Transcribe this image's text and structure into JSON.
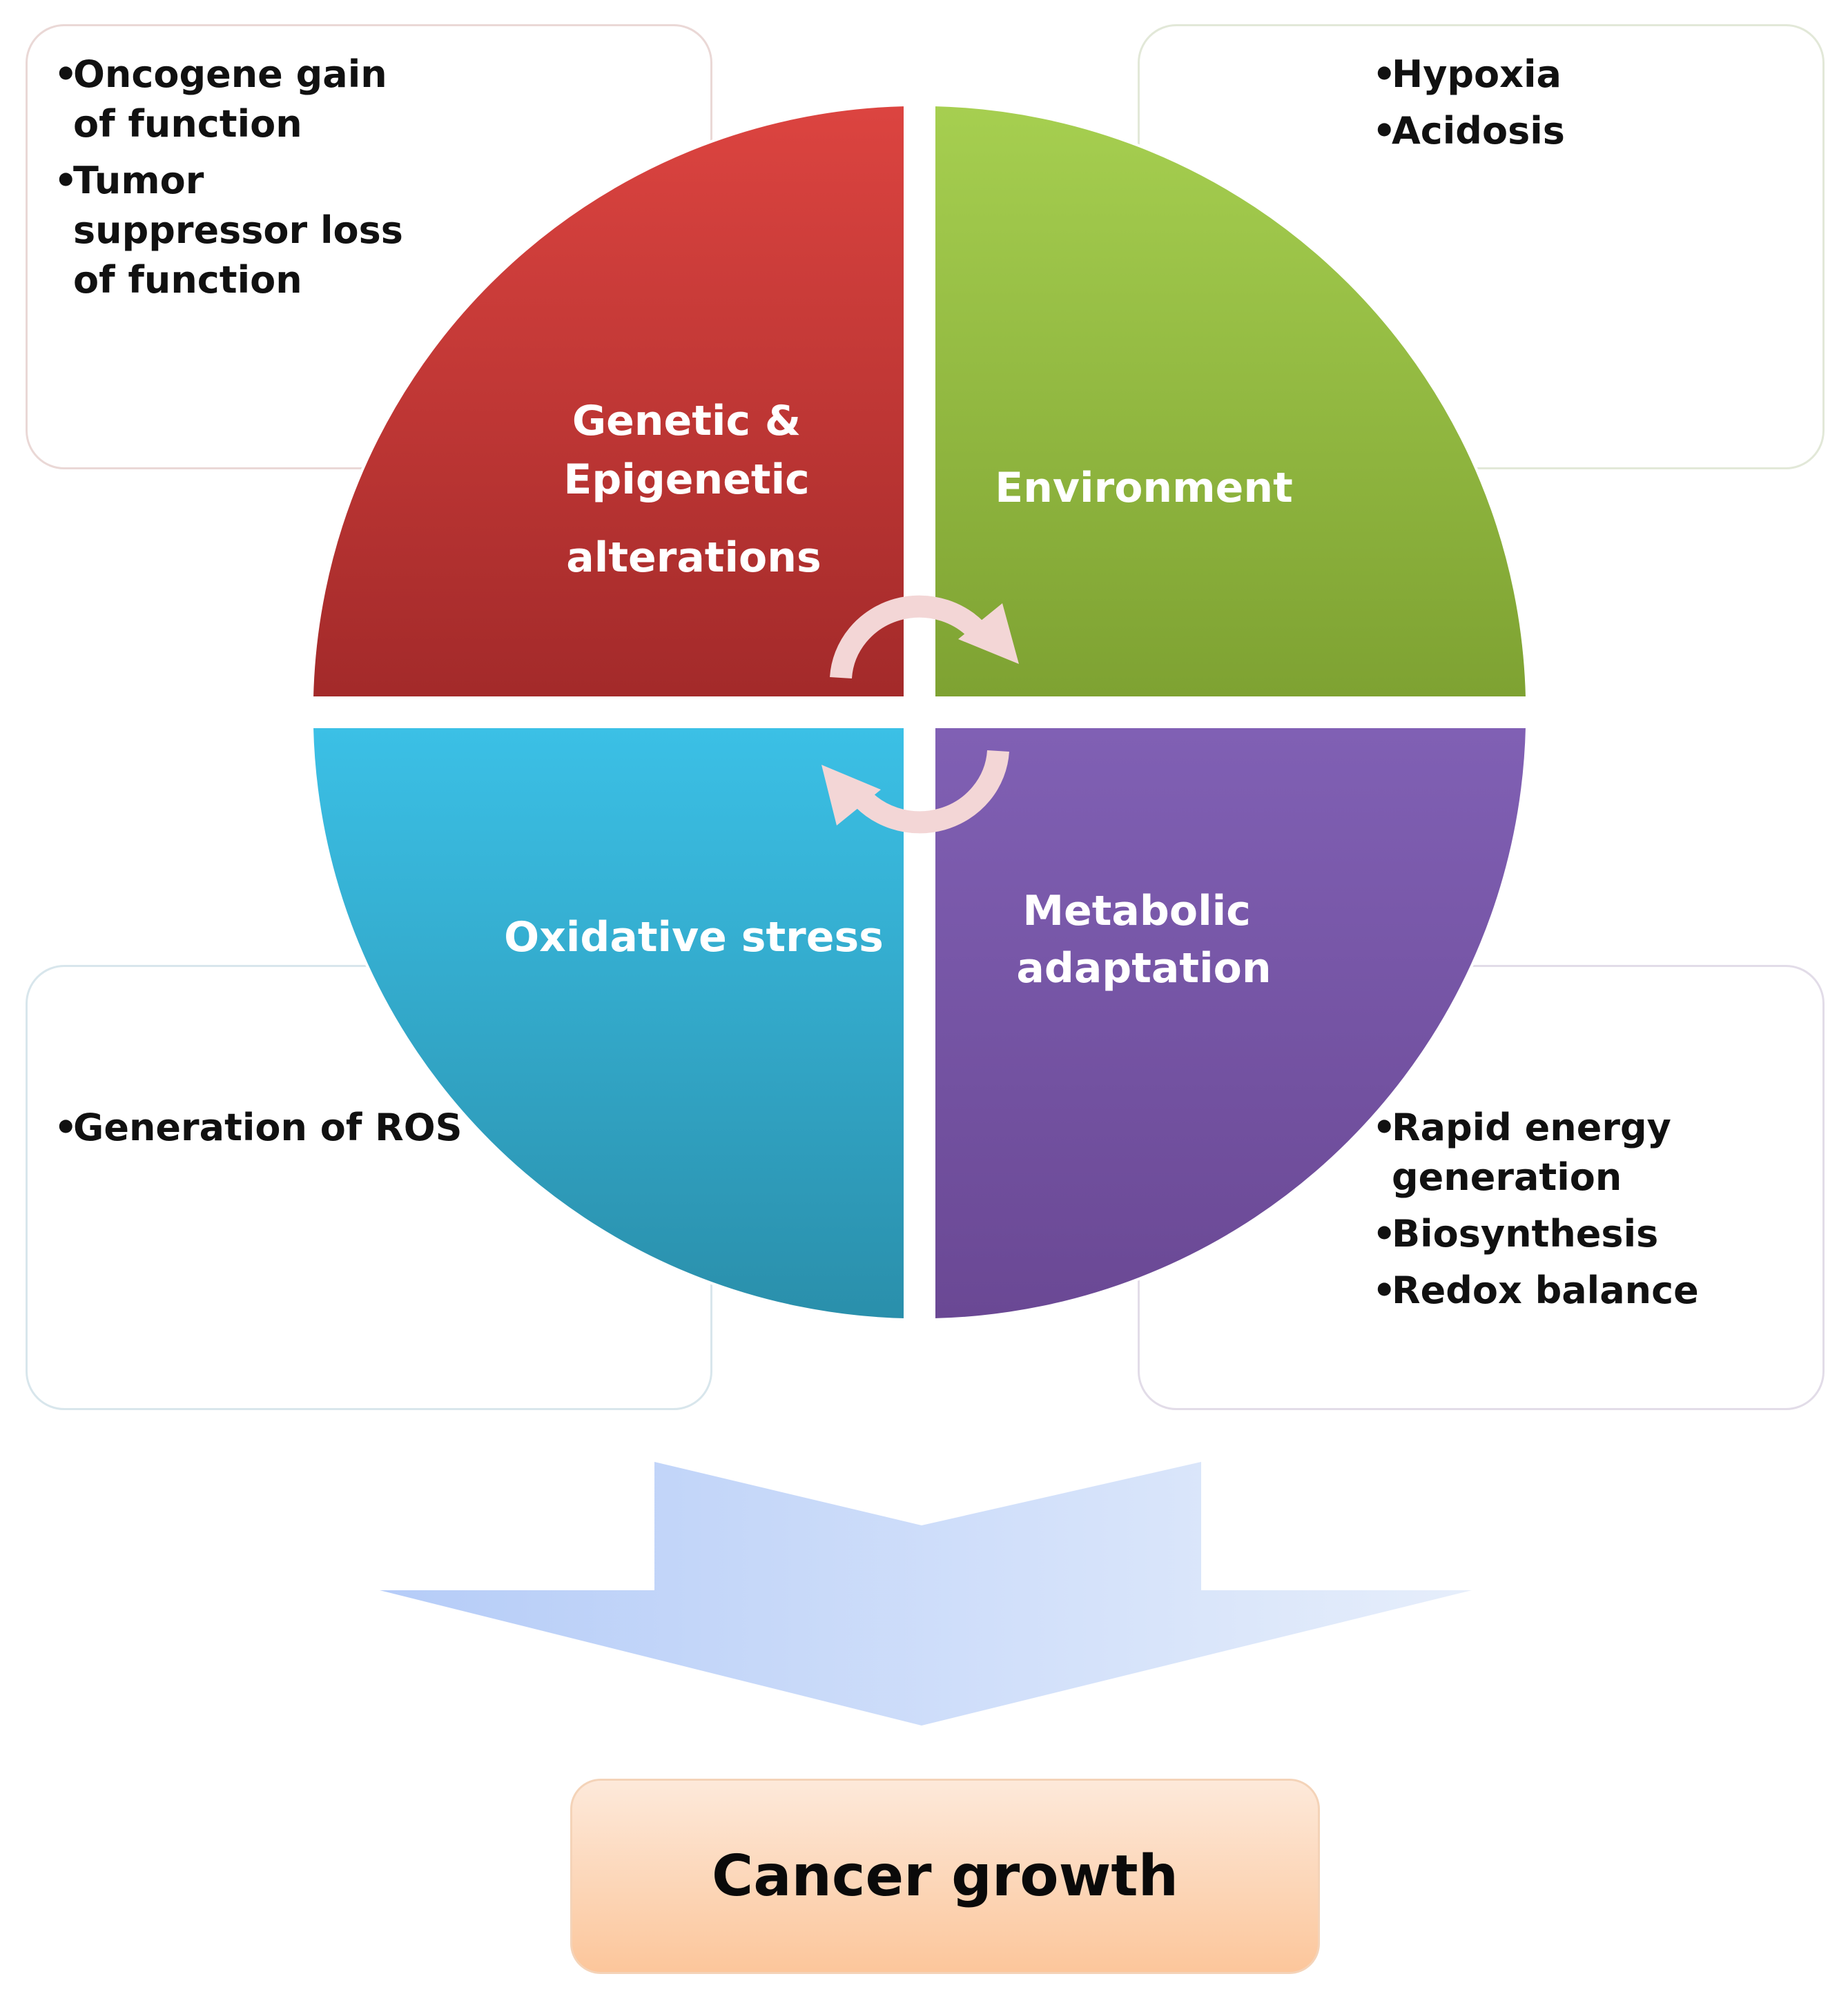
{
  "quadrants": {
    "genetic": {
      "label_lines": [
        "Genetic &",
        "Epigenetic",
        "alterations"
      ],
      "color_top": "#dc4440",
      "color_bottom": "#a32a2a"
    },
    "environment": {
      "label_lines": [
        "Environment"
      ],
      "color_top": "#a6cf50",
      "color_bottom": "#7ea232"
    },
    "oxidative": {
      "label_lines": [
        "Oxidative stress"
      ],
      "color_top": "#3bc0e6",
      "color_bottom": "#2a8fab"
    },
    "metabolic": {
      "label_lines": [
        "Metabolic",
        "adaptation"
      ],
      "color_top": "#8060b4",
      "color_bottom": "#6a4894"
    }
  },
  "notes": {
    "genetic": [
      "Oncogene  gain of function",
      "Tumor suppressor loss of function"
    ],
    "environment": [
      "Hypoxia",
      "Acidosis"
    ],
    "oxidative": [
      "Generation of ROS"
    ],
    "metabolic": [
      "Rapid energy generation",
      "Biosynthesis",
      "Redox balance"
    ]
  },
  "outcome": {
    "label": "Cancer growth"
  },
  "colors": {
    "arrow_light": "#e6eefb",
    "arrow_dark": "#b5ccf8",
    "cycle_arrow": "#f3d6d6"
  }
}
